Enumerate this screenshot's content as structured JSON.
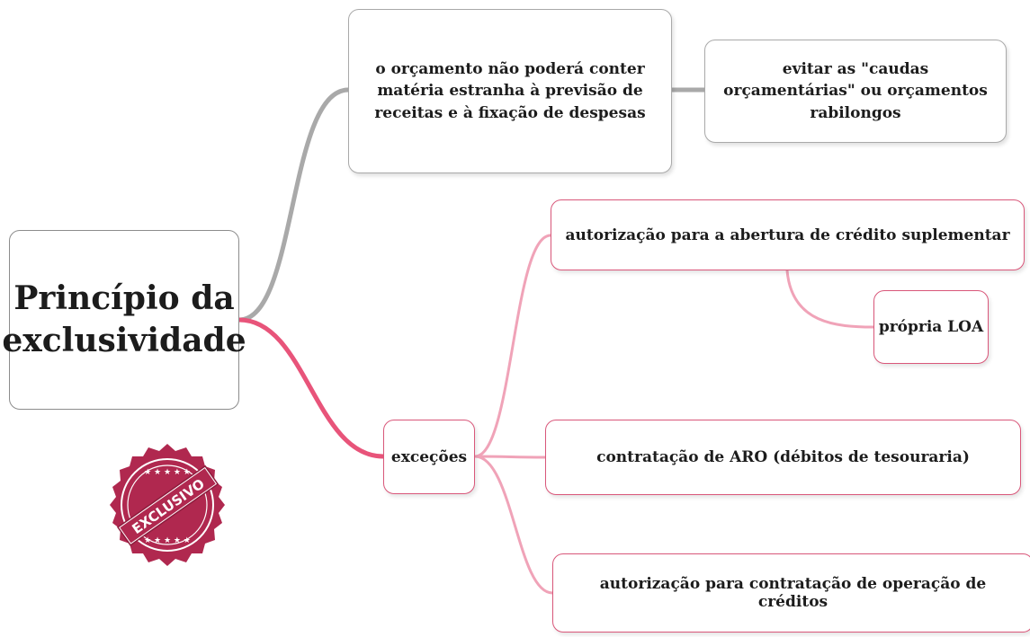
{
  "root": {
    "label": "Princípio da exclusividade"
  },
  "branch_content": {
    "label": "o orçamento não poderá conter matéria estranha à previsão de receitas e à fixação de despesas",
    "child": {
      "label": "evitar as \"caudas orçamentárias\" ou orçamentos rabilongos"
    }
  },
  "branch_exceptions": {
    "label": "exceções",
    "children": [
      {
        "label": "autorização para a abertura de crédito suplementar"
      },
      {
        "label": "própria LOA"
      },
      {
        "label": "contratação de ARO (débitos de tesouraria)"
      },
      {
        "label": "autorização para contratação de operação de créditos"
      }
    ]
  },
  "stamp": {
    "label": "EXCLUSIVO"
  },
  "colors": {
    "gray_branch": "#a9a9a9",
    "pink_branch": "#e8547a",
    "pink_light": "#f0a3b8",
    "stamp": "#b0284f"
  }
}
